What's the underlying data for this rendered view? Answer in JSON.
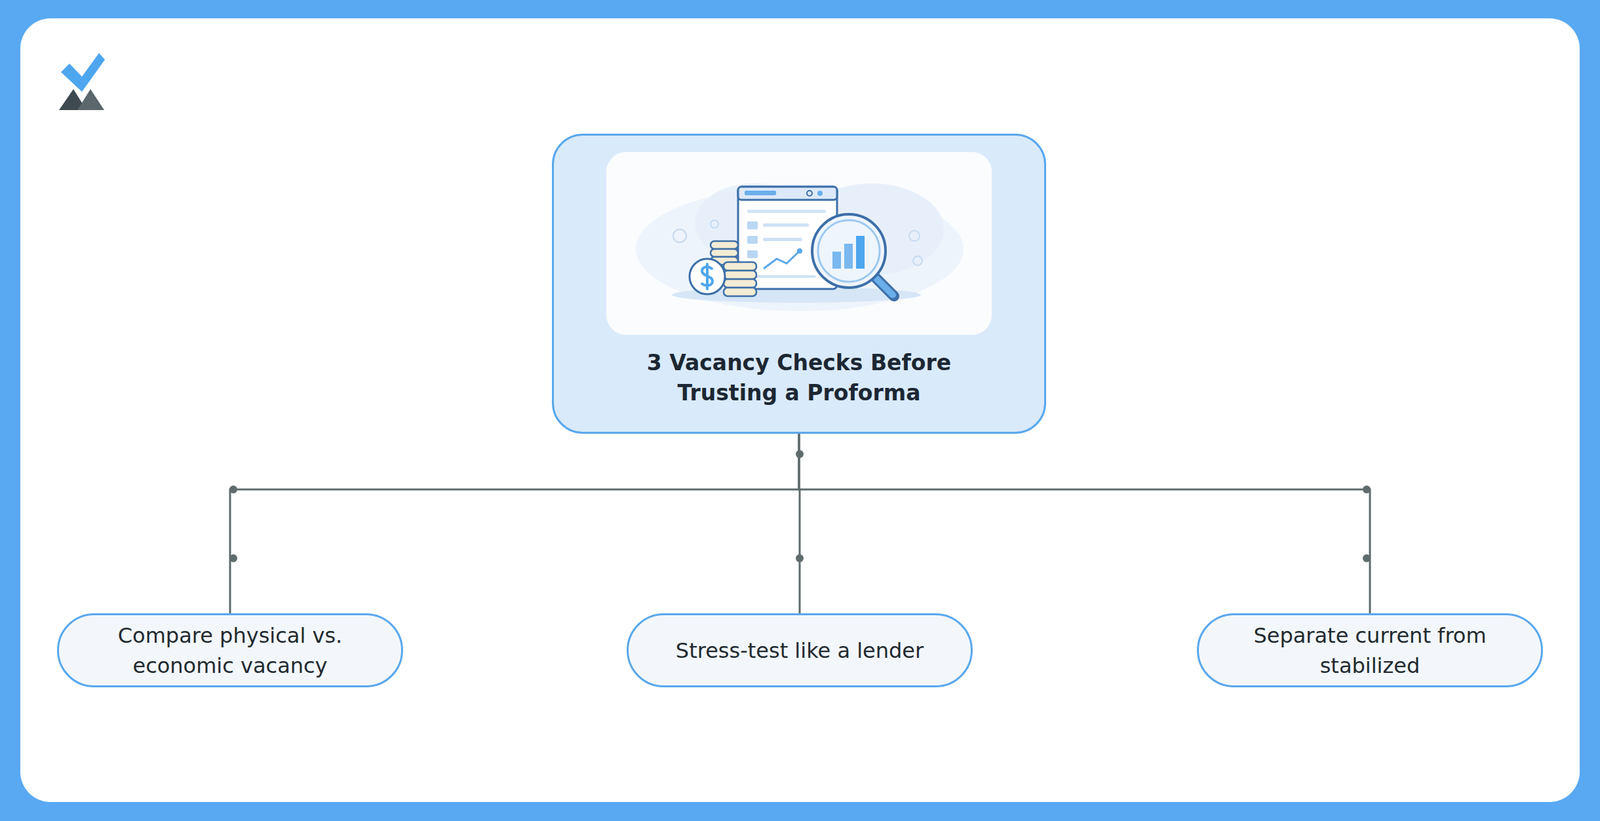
{
  "diagram": {
    "nodes": [
      {
        "text": [
          "3 Vacancy Checks Before Trusting a Proforma"
        ]
      },
      {
        "text": [
          "Compare physical vs. economic vacancy"
        ]
      },
      {
        "text": [
          "Stress-test like a lender"
        ]
      },
      {
        "text": [
          "Separate current from stabilized"
        ]
      }
    ],
    "edges": [
      {
        "from": 0,
        "to": 1,
        "arrow": "none"
      },
      {
        "from": 0,
        "to": 2,
        "arrow": "none"
      },
      {
        "from": 0,
        "to": 3,
        "arrow": "none"
      }
    ]
  }
}
